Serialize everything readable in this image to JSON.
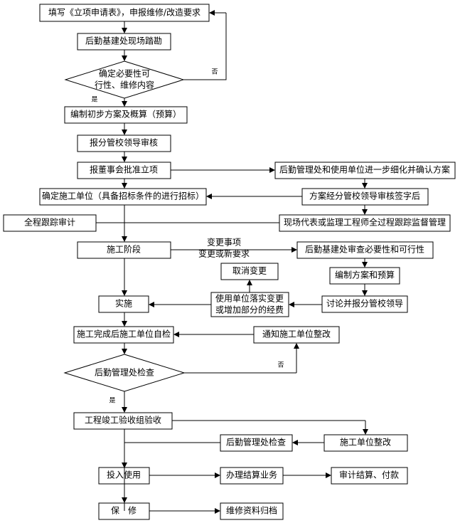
{
  "nodes": {
    "n1": "填写《立项申请表》，申报维修/改造要求",
    "n2": "后勤基建处现场踏勘",
    "n3a": "确定必要性可",
    "n3b": "行性、维修内容",
    "n4": "编制初步方案及概算（预算）",
    "n5": "报分管校领导审核",
    "n6": "报董事会批准立项",
    "n7": "后勤管理处和使用单位进一步细化并确认方案",
    "n8": "确定施工单位（具备招标条件的进行招标）",
    "n9": "方案经分管校领导审核签字后",
    "n10": "全程跟踪审计",
    "n11": "现场代表或监理工程师全过程跟踪监督管理",
    "n12": "施工阶段",
    "n13": "后勤基建处审查必要性和可行性",
    "n14": "取消变更",
    "n15": "编制方案和预算",
    "n16": "实施",
    "n17a": "使用单位落实变更",
    "n17b": "或增加部分的经费",
    "n18": "讨论并报分管校领导",
    "n19": "施工完成后施工单位自检",
    "n20": "通知施工单位整改",
    "n21": "后勤管理处检查",
    "n22": "工程竣工验收组验收",
    "n23": "后勤管理处检查",
    "n24": "施工单位整改",
    "n25": "投入使用",
    "n26": "办理结算业务",
    "n27": "审计结算、付款",
    "n28": "保　修",
    "n29": "维修资料归档"
  },
  "labels": {
    "no1": "否",
    "yes1": "是",
    "change1": "变更事项",
    "change2": "变更或新要求",
    "no2": "否",
    "yes2": "是"
  }
}
